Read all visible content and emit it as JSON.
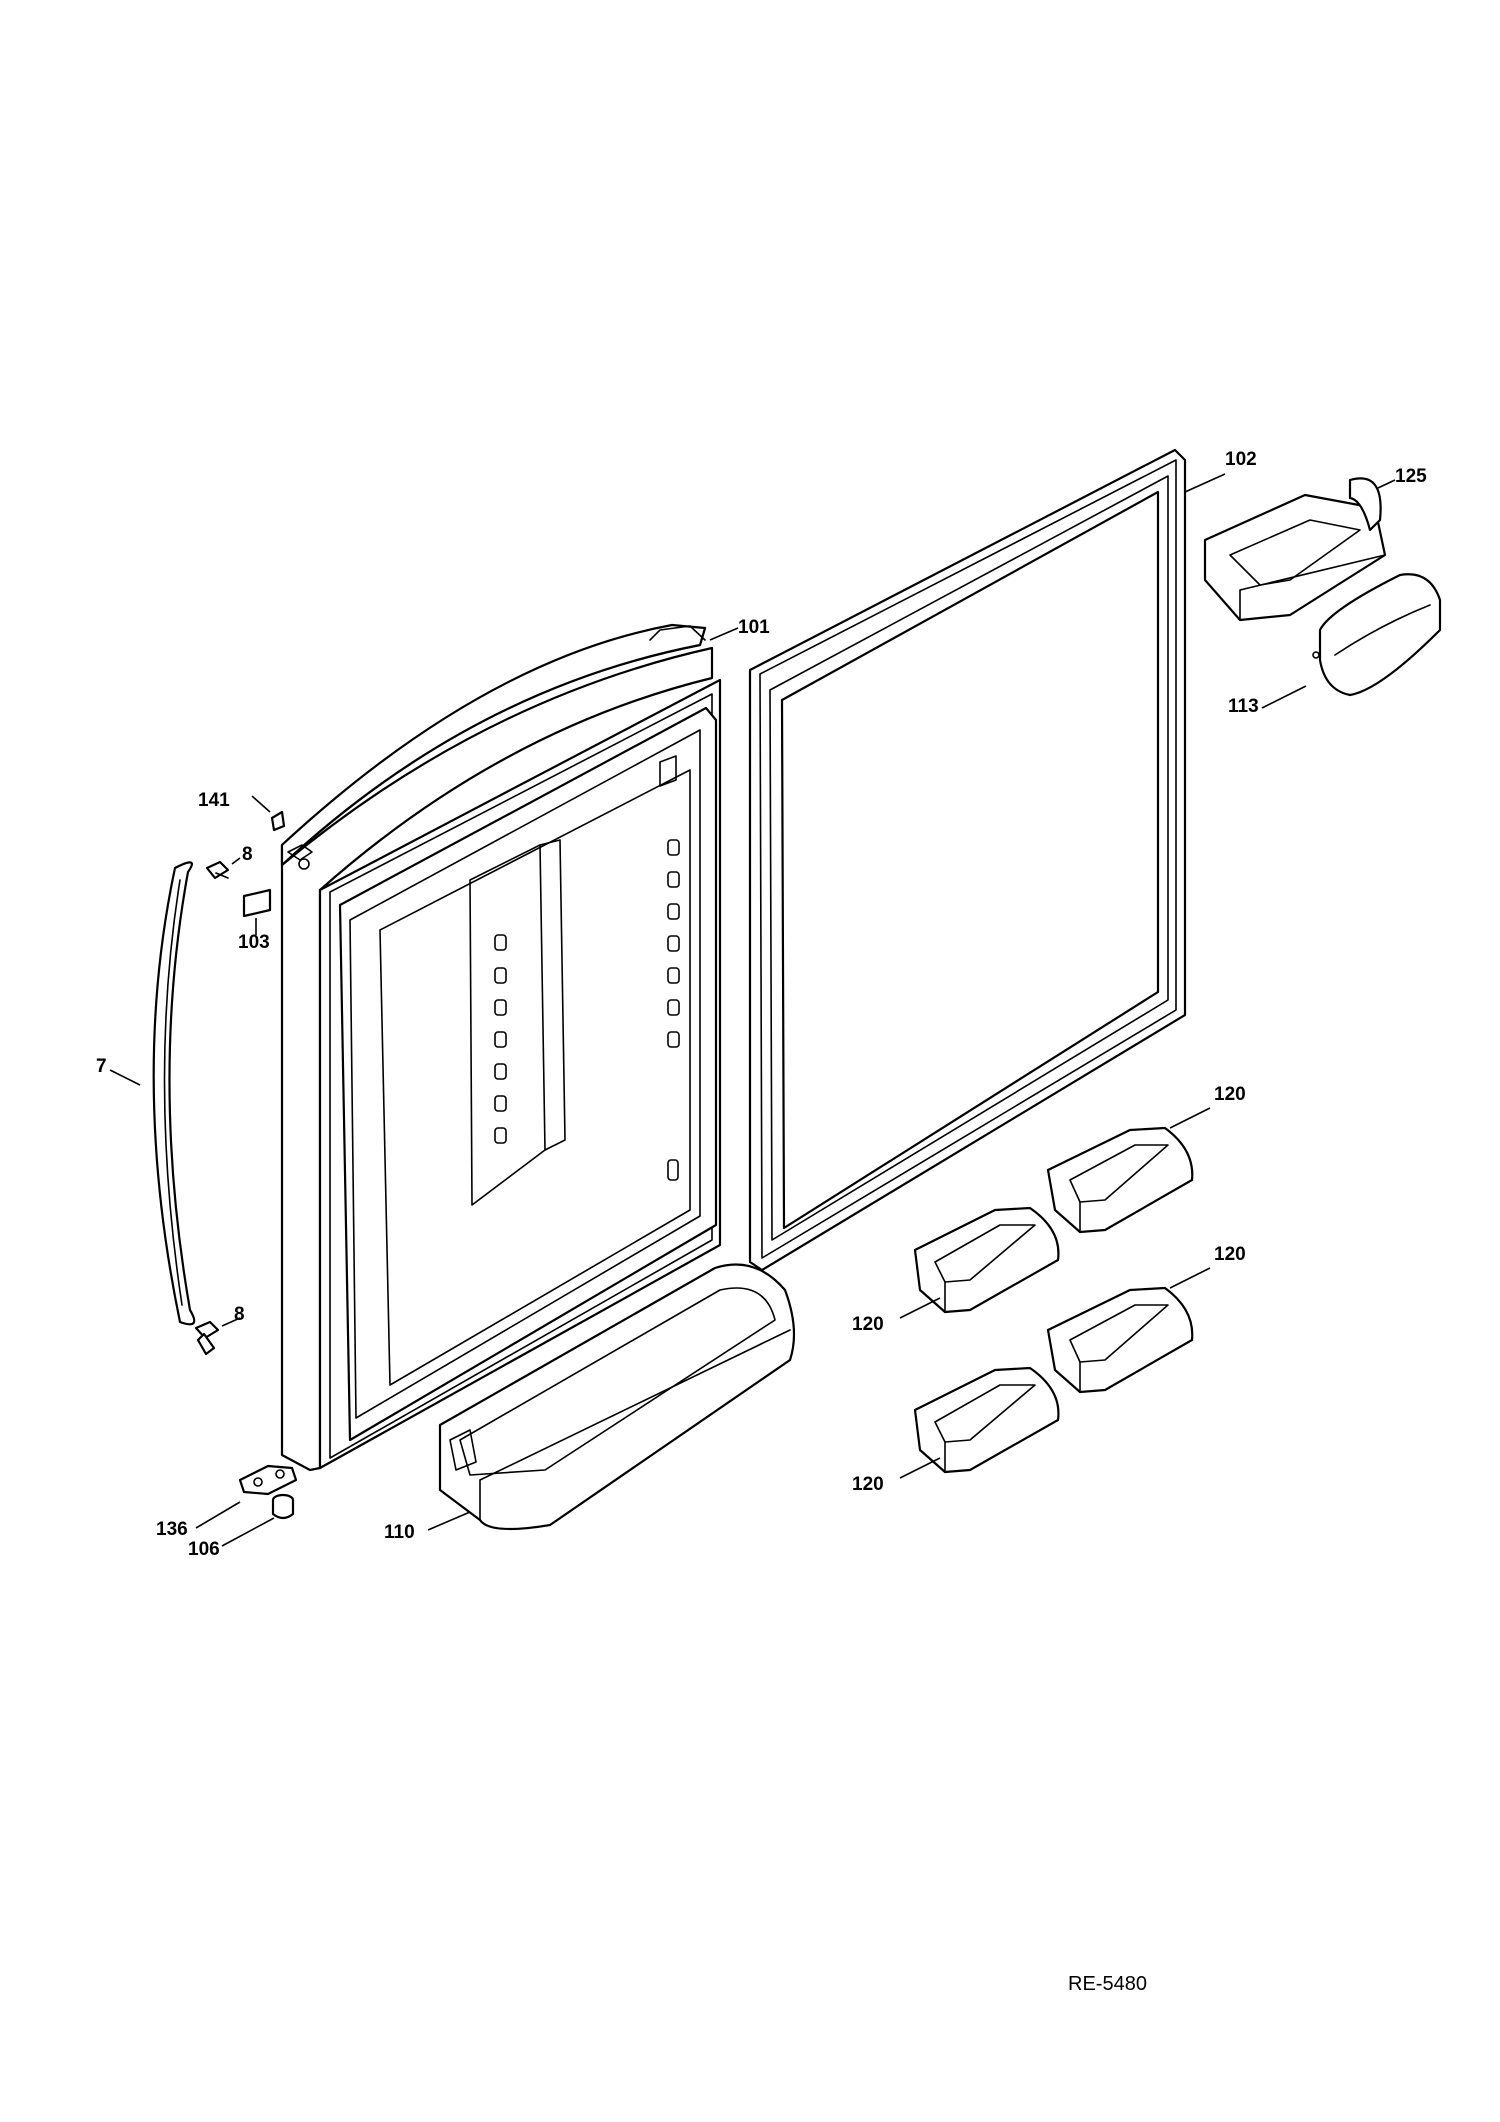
{
  "callouts": {
    "c7": "7",
    "c8_top": "8",
    "c8_bottom": "8",
    "c101": "101",
    "c102": "102",
    "c103": "103",
    "c106": "106",
    "c110": "110",
    "c113": "113",
    "c120_a": "120",
    "c120_b": "120",
    "c120_c": "120",
    "c120_d": "120",
    "c125": "125",
    "c136": "136",
    "c141": "141"
  },
  "drawing_code": "RE-5480"
}
